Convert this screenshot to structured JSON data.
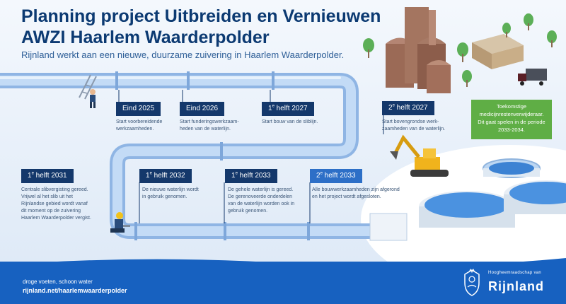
{
  "header": {
    "title_line1": "Planning project Uitbreiden en Vernieuwen",
    "title_line2": "AWZI Haarlem Waarderpolder",
    "subtitle": "Rijnland werkt aan een nieuwe, duurzame zuivering in Haarlem Waarderpolder."
  },
  "milestones": [
    {
      "period": "Eind 2025",
      "text": [
        "Start voorbereidende",
        "werkzaamheden."
      ]
    },
    {
      "period": "Eind 2026",
      "text": [
        "Start funderingswerkzaam-",
        "heden van de waterlijn."
      ]
    },
    {
      "period_num": "1",
      "period_sup": "e",
      "period_rest": " helft 2027",
      "text": [
        "Start bouw van de sliblijn."
      ]
    },
    {
      "period_num": "2",
      "period_sup": "e",
      "period_rest": " helft 2027",
      "text": [
        "Start bovengrondse werk-",
        "zaamheden van de waterlijn."
      ]
    },
    {
      "period_num": "1",
      "period_sup": "e",
      "period_rest": " helft 2031",
      "text": [
        "Centrale slibvergisting gereed.",
        "Vrijwel al het slib uit het",
        "Rijnlandse gebied wordt vanaf",
        "dit moment op de zuivering",
        "Haarlem Waarderpolder vergist."
      ]
    },
    {
      "period_num": "1",
      "period_sup": "e",
      "period_rest": " helft 2032",
      "text": [
        "De nieuwe waterlijn wordt",
        "in gebruik genomen."
      ]
    },
    {
      "period_num": "1",
      "period_sup": "e",
      "period_rest": " helft 2033",
      "text": [
        "De gehele waterlijn is gereed.",
        "De gerenoveerde onderdelen",
        "van de waterlijn worden ook in",
        "gebruik genomen."
      ]
    },
    {
      "period_num": "2",
      "period_sup": "e",
      "period_rest": " helft 2033",
      "text": [
        "Alle bouwwerkzaamheden zijn afgerond",
        "en het project wordt afgesloten."
      ]
    }
  ],
  "future_box": {
    "lines": [
      "Toekomstige",
      "medicijnrestenverwijderaar.",
      "Dit gaat spelen in de periode",
      "2033-2034."
    ]
  },
  "footer": {
    "slogan": "droge voeten, schoon water",
    "link": "rijnland.net/haarlemwaarderpolder"
  },
  "org": {
    "small": "Hoogheemraadschap van",
    "name": "Rijnland"
  },
  "colors": {
    "pipe": "#a9c9ef",
    "badge_dark": "#14386b",
    "badge_light": "#2d6fc7",
    "footer": "#1761c0",
    "green_box": "#5fae45"
  },
  "icons": [
    "worker-ladder-icon",
    "worker-kneeling-icon",
    "excavator-icon",
    "truck-icon",
    "building-icon",
    "digester-icon",
    "clarifier-tank-icon",
    "tree-icon",
    "rijnland-logo-icon"
  ]
}
